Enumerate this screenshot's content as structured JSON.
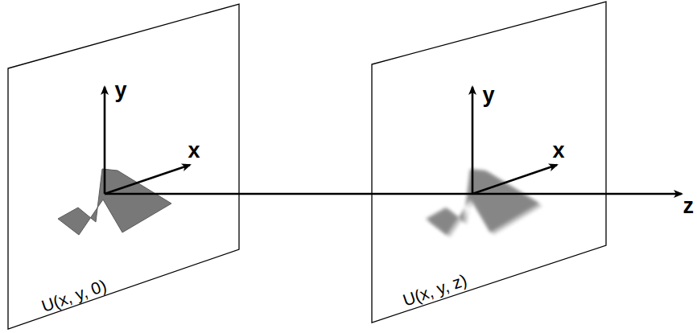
{
  "diagram": {
    "nodes": [
      {
        "text": [
          "U(x, y, 0)"
        ]
      },
      {
        "text": [
          "U(x, y, z)"
        ]
      }
    ],
    "labels": [
      "y",
      "x",
      "y",
      "x",
      "z"
    ]
  }
}
